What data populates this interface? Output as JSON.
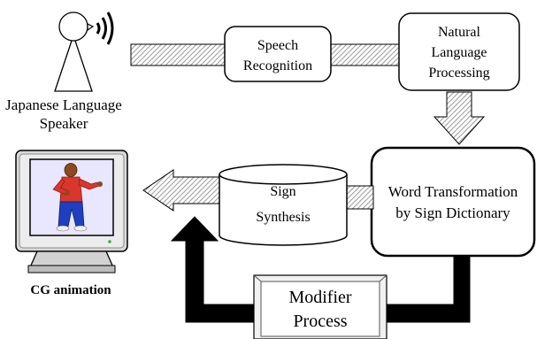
{
  "speaker": {
    "line1": "Japanese Language",
    "line2": "Speaker"
  },
  "nodes": {
    "speech_recognition": {
      "line1": "Speech",
      "line2": "Recognition"
    },
    "nlp": {
      "line1": "Natural",
      "line2": "Language",
      "line3": "Processing"
    },
    "word_transformation": {
      "line1": "Word Transformation",
      "line2": "by Sign Dictionary"
    },
    "sign_synthesis": {
      "line1": "Sign",
      "line2": "Synthesis"
    },
    "modifier": {
      "line1": "Modifier",
      "line2": "Process"
    }
  },
  "output": {
    "label": "CG animation"
  },
  "colors": {
    "stroke": "#000000",
    "hatch": "#9a9a9a",
    "screen": "#e9e6ff",
    "monitor": "#d9d9d9",
    "arrow_black": "#000000"
  }
}
